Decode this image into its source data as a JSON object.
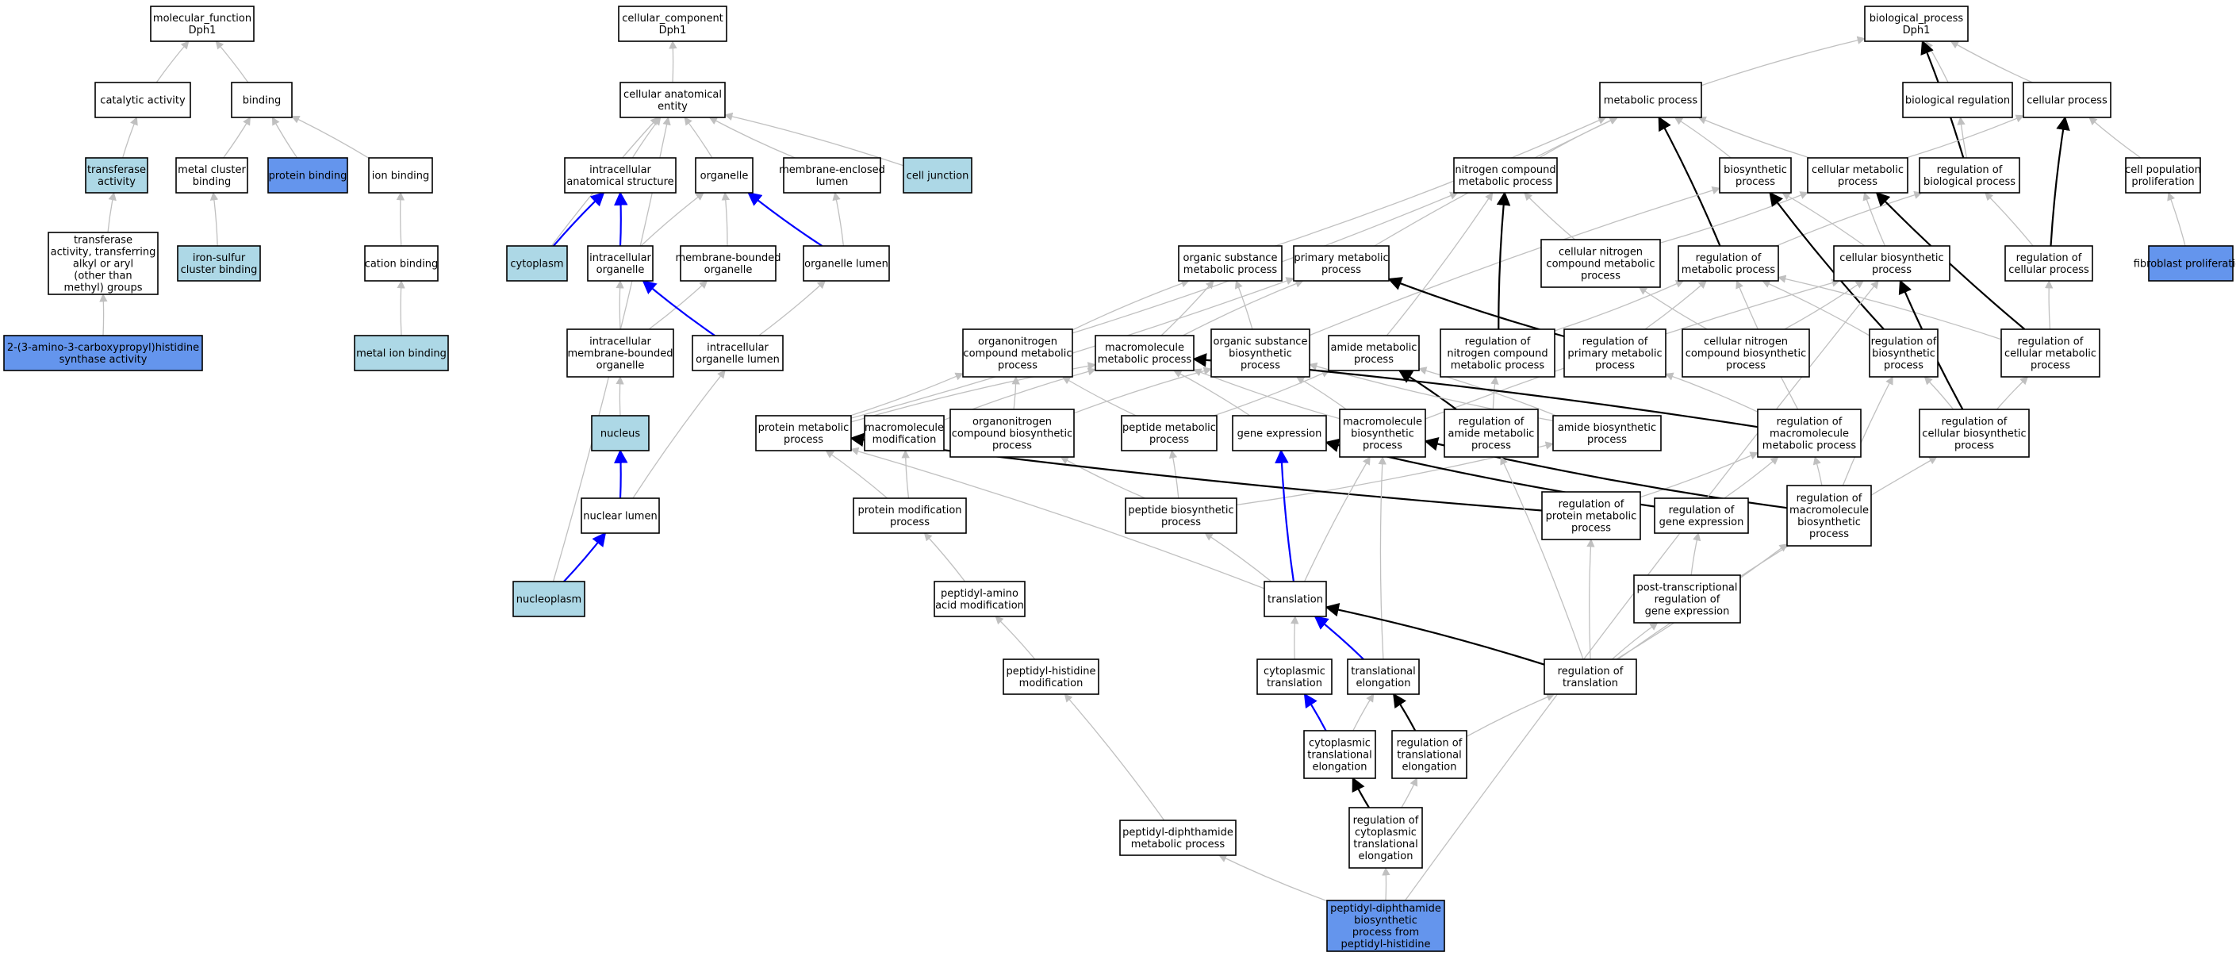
{
  "colors": {
    "default": "#ffffff",
    "light": "#add8e6",
    "dark": "#6495ed",
    "edge_gray": "#c0c0c0",
    "edge_black": "#000000",
    "edge_blue": "#0000ff"
  },
  "nodes": [
    {
      "id": "mf",
      "lines": [
        "molecular_function",
        "Dph1"
      ],
      "fill": "default"
    },
    {
      "id": "cat",
      "lines": [
        "catalytic activity"
      ],
      "fill": "default"
    },
    {
      "id": "bind",
      "lines": [
        "binding"
      ],
      "fill": "default"
    },
    {
      "id": "trans",
      "lines": [
        "transferase",
        "activity"
      ],
      "fill": "light"
    },
    {
      "id": "mcb",
      "lines": [
        "metal cluster",
        "binding"
      ],
      "fill": "default"
    },
    {
      "id": "pb",
      "lines": [
        "protein binding"
      ],
      "fill": "dark"
    },
    {
      "id": "ionb",
      "lines": [
        "ion binding"
      ],
      "fill": "default"
    },
    {
      "id": "transalk",
      "lines": [
        "transferase",
        "activity, transferring",
        "alkyl or aryl",
        "(other than",
        "methyl) groups"
      ],
      "fill": "default"
    },
    {
      "id": "isb",
      "lines": [
        "iron-sulfur",
        "cluster binding"
      ],
      "fill": "light"
    },
    {
      "id": "catb",
      "lines": [
        "cation binding"
      ],
      "fill": "default"
    },
    {
      "id": "dph2",
      "lines": [
        "2-(3-amino-3-carboxypropyl)histidine",
        "synthase activity"
      ],
      "fill": "dark"
    },
    {
      "id": "mib",
      "lines": [
        "metal ion binding"
      ],
      "fill": "light"
    },
    {
      "id": "cc",
      "lines": [
        "cellular_component",
        "Dph1"
      ],
      "fill": "default"
    },
    {
      "id": "cae",
      "lines": [
        "cellular anatomical",
        "entity"
      ],
      "fill": "default"
    },
    {
      "id": "ias",
      "lines": [
        "intracellular",
        "anatomical structure"
      ],
      "fill": "default"
    },
    {
      "id": "org",
      "lines": [
        "organelle"
      ],
      "fill": "default"
    },
    {
      "id": "mel",
      "lines": [
        "membrane-enclosed",
        "lumen"
      ],
      "fill": "default"
    },
    {
      "id": "cj",
      "lines": [
        "cell junction"
      ],
      "fill": "light"
    },
    {
      "id": "cyto",
      "lines": [
        "cytoplasm"
      ],
      "fill": "light"
    },
    {
      "id": "io",
      "lines": [
        "intracellular",
        "organelle"
      ],
      "fill": "default"
    },
    {
      "id": "mbo",
      "lines": [
        "membrane-bounded",
        "organelle"
      ],
      "fill": "default"
    },
    {
      "id": "ol",
      "lines": [
        "organelle lumen"
      ],
      "fill": "default"
    },
    {
      "id": "imbo",
      "lines": [
        "intracellular",
        "membrane-bounded",
        "organelle"
      ],
      "fill": "default"
    },
    {
      "id": "iol",
      "lines": [
        "intracellular",
        "organelle lumen"
      ],
      "fill": "default"
    },
    {
      "id": "nuc",
      "lines": [
        "nucleus"
      ],
      "fill": "light"
    },
    {
      "id": "nl",
      "lines": [
        "nuclear lumen"
      ],
      "fill": "default"
    },
    {
      "id": "np",
      "lines": [
        "nucleoplasm"
      ],
      "fill": "light"
    },
    {
      "id": "bp",
      "lines": [
        "biological_process",
        "Dph1"
      ],
      "fill": "default"
    },
    {
      "id": "mp",
      "lines": [
        "metabolic process"
      ],
      "fill": "default"
    },
    {
      "id": "br",
      "lines": [
        "biological regulation"
      ],
      "fill": "default"
    },
    {
      "id": "cp",
      "lines": [
        "cellular process"
      ],
      "fill": "default"
    },
    {
      "id": "ncmp",
      "lines": [
        "nitrogen compound",
        "metabolic process"
      ],
      "fill": "default"
    },
    {
      "id": "biosyn",
      "lines": [
        "biosynthetic",
        "process"
      ],
      "fill": "default"
    },
    {
      "id": "cmp",
      "lines": [
        "cellular metabolic",
        "process"
      ],
      "fill": "default"
    },
    {
      "id": "rbp",
      "lines": [
        "regulation of",
        "biological process"
      ],
      "fill": "default"
    },
    {
      "id": "cpp",
      "lines": [
        "cell population",
        "proliferation"
      ],
      "fill": "default"
    },
    {
      "id": "osmp",
      "lines": [
        "organic substance",
        "metabolic process"
      ],
      "fill": "default"
    },
    {
      "id": "pmp",
      "lines": [
        "primary metabolic",
        "process"
      ],
      "fill": "default"
    },
    {
      "id": "cncmp",
      "lines": [
        "cellular nitrogen",
        "compound metabolic",
        "process"
      ],
      "fill": "default"
    },
    {
      "id": "rmp",
      "lines": [
        "regulation of",
        "metabolic process"
      ],
      "fill": "default"
    },
    {
      "id": "cbp",
      "lines": [
        "cellular biosynthetic",
        "process"
      ],
      "fill": "default"
    },
    {
      "id": "rcp",
      "lines": [
        "regulation of",
        "cellular process"
      ],
      "fill": "default"
    },
    {
      "id": "fp",
      "lines": [
        "fibroblast proliferation"
      ],
      "fill": "dark"
    },
    {
      "id": "oncmp",
      "lines": [
        "organonitrogen",
        "compound metabolic",
        "process"
      ],
      "fill": "default"
    },
    {
      "id": "macmp",
      "lines": [
        "macromolecule",
        "metabolic process"
      ],
      "fill": "default"
    },
    {
      "id": "osbp",
      "lines": [
        "organic substance",
        "biosynthetic",
        "process"
      ],
      "fill": "default"
    },
    {
      "id": "amp",
      "lines": [
        "amide metabolic",
        "process"
      ],
      "fill": "default"
    },
    {
      "id": "rncmp",
      "lines": [
        "regulation of",
        "nitrogen compound",
        "metabolic process"
      ],
      "fill": "default"
    },
    {
      "id": "rpmp",
      "lines": [
        "regulation of",
        "primary metabolic",
        "process"
      ],
      "fill": "default"
    },
    {
      "id": "cncbp",
      "lines": [
        "cellular nitrogen",
        "compound biosynthetic",
        "process"
      ],
      "fill": "default"
    },
    {
      "id": "rbsp",
      "lines": [
        "regulation of",
        "biosynthetic",
        "process"
      ],
      "fill": "default"
    },
    {
      "id": "rcmp",
      "lines": [
        "regulation of",
        "cellular metabolic",
        "process"
      ],
      "fill": "default"
    },
    {
      "id": "protmp",
      "lines": [
        "protein metabolic",
        "process"
      ],
      "fill": "default"
    },
    {
      "id": "macmod",
      "lines": [
        "macromolecule",
        "modification"
      ],
      "fill": "default"
    },
    {
      "id": "oncbp",
      "lines": [
        "organonitrogen",
        "compound biosynthetic",
        "process"
      ],
      "fill": "default"
    },
    {
      "id": "pepmp",
      "lines": [
        "peptide metabolic",
        "process"
      ],
      "fill": "default"
    },
    {
      "id": "ge",
      "lines": [
        "gene expression"
      ],
      "fill": "default"
    },
    {
      "id": "macbp",
      "lines": [
        "macromolecule",
        "biosynthetic",
        "process"
      ],
      "fill": "default"
    },
    {
      "id": "ramp",
      "lines": [
        "regulation of",
        "amide metabolic",
        "process"
      ],
      "fill": "default"
    },
    {
      "id": "abp",
      "lines": [
        "amide biosynthetic",
        "process"
      ],
      "fill": "default"
    },
    {
      "id": "rmacmp",
      "lines": [
        "regulation of",
        "macromolecule",
        "metabolic process"
      ],
      "fill": "default"
    },
    {
      "id": "rcbp",
      "lines": [
        "regulation of",
        "cellular biosynthetic",
        "process"
      ],
      "fill": "default"
    },
    {
      "id": "pmodp",
      "lines": [
        "protein modification",
        "process"
      ],
      "fill": "default"
    },
    {
      "id": "pepbp",
      "lines": [
        "peptide biosynthetic",
        "process"
      ],
      "fill": "default"
    },
    {
      "id": "rprotmp",
      "lines": [
        "regulation of",
        "protein metabolic",
        "process"
      ],
      "fill": "default"
    },
    {
      "id": "rge",
      "lines": [
        "regulation of",
        "gene expression"
      ],
      "fill": "default"
    },
    {
      "id": "rmacbp",
      "lines": [
        "regulation of",
        "macromolecule",
        "biosynthetic",
        "process"
      ],
      "fill": "default"
    },
    {
      "id": "pam",
      "lines": [
        "peptidyl-amino",
        "acid modification"
      ],
      "fill": "default"
    },
    {
      "id": "transl",
      "lines": [
        "translation"
      ],
      "fill": "default"
    },
    {
      "id": "ptrge",
      "lines": [
        "post-transcriptional",
        "regulation of",
        "gene expression"
      ],
      "fill": "default"
    },
    {
      "id": "phm",
      "lines": [
        "peptidyl-histidine",
        "modification"
      ],
      "fill": "default"
    },
    {
      "id": "ctl",
      "lines": [
        "cytoplasmic",
        "translation"
      ],
      "fill": "default"
    },
    {
      "id": "tel",
      "lines": [
        "translational",
        "elongation"
      ],
      "fill": "default"
    },
    {
      "id": "rtransl",
      "lines": [
        "regulation of",
        "translation"
      ],
      "fill": "default"
    },
    {
      "id": "ctel",
      "lines": [
        "cytoplasmic",
        "translational",
        "elongation"
      ],
      "fill": "default"
    },
    {
      "id": "rtel",
      "lines": [
        "regulation of",
        "translational",
        "elongation"
      ],
      "fill": "default"
    },
    {
      "id": "pdmp",
      "lines": [
        "peptidyl-diphthamide",
        "metabolic process"
      ],
      "fill": "default"
    },
    {
      "id": "rctel",
      "lines": [
        "regulation of",
        "cytoplasmic",
        "translational",
        "elongation"
      ],
      "fill": "default"
    },
    {
      "id": "pdbp",
      "lines": [
        "peptidyl-diphthamide",
        "biosynthetic",
        "process from",
        "peptidyl-histidine"
      ],
      "fill": "dark"
    }
  ],
  "edges": [
    [
      "cat",
      "mf",
      "g"
    ],
    [
      "bind",
      "mf",
      "g"
    ],
    [
      "trans",
      "cat",
      "g"
    ],
    [
      "mcb",
      "bind",
      "g"
    ],
    [
      "pb",
      "bind",
      "g"
    ],
    [
      "ionb",
      "bind",
      "g"
    ],
    [
      "transalk",
      "trans",
      "g"
    ],
    [
      "isb",
      "mcb",
      "g"
    ],
    [
      "catb",
      "ionb",
      "g"
    ],
    [
      "dph2",
      "transalk",
      "g"
    ],
    [
      "mib",
      "catb",
      "g"
    ],
    [
      "cae",
      "cc",
      "g"
    ],
    [
      "ias",
      "cae",
      "g"
    ],
    [
      "org",
      "cae",
      "g"
    ],
    [
      "mel",
      "cae",
      "g"
    ],
    [
      "cj",
      "cae",
      "g"
    ],
    [
      "cyto",
      "cae",
      "g"
    ],
    [
      "np",
      "cae",
      "g"
    ],
    [
      "cyto",
      "ias",
      "u"
    ],
    [
      "io",
      "ias",
      "u"
    ],
    [
      "io",
      "org",
      "g"
    ],
    [
      "mbo",
      "org",
      "g"
    ],
    [
      "ol",
      "org",
      "u"
    ],
    [
      "ol",
      "mel",
      "g"
    ],
    [
      "imbo",
      "io",
      "g"
    ],
    [
      "imbo",
      "mbo",
      "g"
    ],
    [
      "iol",
      "io",
      "u"
    ],
    [
      "iol",
      "ol",
      "g"
    ],
    [
      "nuc",
      "imbo",
      "g"
    ],
    [
      "nl",
      "nuc",
      "u"
    ],
    [
      "nl",
      "iol",
      "g"
    ],
    [
      "np",
      "nl",
      "u"
    ],
    [
      "mp",
      "bp",
      "g"
    ],
    [
      "br",
      "bp",
      "g"
    ],
    [
      "cp",
      "bp",
      "g"
    ],
    [
      "rbp",
      "bp",
      "b"
    ],
    [
      "cpp",
      "cp",
      "g"
    ],
    [
      "fp",
      "cpp",
      "g"
    ],
    [
      "ncmp",
      "mp",
      "g"
    ],
    [
      "biosyn",
      "mp",
      "g"
    ],
    [
      "cmp",
      "mp",
      "g"
    ],
    [
      "cmp",
      "cp",
      "g"
    ],
    [
      "rbp",
      "br",
      "g"
    ],
    [
      "osmp",
      "mp",
      "g"
    ],
    [
      "pmp",
      "mp",
      "g"
    ],
    [
      "rmp",
      "mp",
      "b"
    ],
    [
      "cncmp",
      "ncmp",
      "g"
    ],
    [
      "cncmp",
      "cmp",
      "g"
    ],
    [
      "rmp",
      "rbp",
      "g"
    ],
    [
      "cbp",
      "biosyn",
      "g"
    ],
    [
      "cbp",
      "cmp",
      "g"
    ],
    [
      "rcp",
      "rbp",
      "g"
    ],
    [
      "rcp",
      "cp",
      "b"
    ],
    [
      "oncmp",
      "ncmp",
      "g"
    ],
    [
      "oncmp",
      "osmp",
      "g"
    ],
    [
      "macmp",
      "osmp",
      "g"
    ],
    [
      "macmp",
      "pmp",
      "g"
    ],
    [
      "osbp",
      "osmp",
      "g"
    ],
    [
      "osbp",
      "biosyn",
      "g"
    ],
    [
      "amp",
      "ncmp",
      "g"
    ],
    [
      "rncmp",
      "ncmp",
      "b"
    ],
    [
      "rncmp",
      "rmp",
      "g"
    ],
    [
      "rpmp",
      "pmp",
      "b"
    ],
    [
      "rpmp",
      "rmp",
      "g"
    ],
    [
      "cncbp",
      "cncmp",
      "g"
    ],
    [
      "cncbp",
      "cbp",
      "g"
    ],
    [
      "rbsp",
      "biosyn",
      "b"
    ],
    [
      "rbsp",
      "rmp",
      "g"
    ],
    [
      "rcmp",
      "cmp",
      "b"
    ],
    [
      "rcmp",
      "rmp",
      "g"
    ],
    [
      "rcmp",
      "rcp",
      "g"
    ],
    [
      "protmp",
      "oncmp",
      "g"
    ],
    [
      "protmp",
      "macmp",
      "g"
    ],
    [
      "protmp",
      "pmp",
      "g"
    ],
    [
      "macmod",
      "macmp",
      "g"
    ],
    [
      "oncbp",
      "oncmp",
      "g"
    ],
    [
      "oncbp",
      "osbp",
      "g"
    ],
    [
      "pepmp",
      "amp",
      "g"
    ],
    [
      "pepmp",
      "oncmp",
      "g"
    ],
    [
      "ge",
      "macmp",
      "g"
    ],
    [
      "macbp",
      "macmp",
      "g"
    ],
    [
      "macbp",
      "osbp",
      "g"
    ],
    [
      "macbp",
      "cbp",
      "g"
    ],
    [
      "ramp",
      "amp",
      "b"
    ],
    [
      "ramp",
      "rncmp",
      "g"
    ],
    [
      "abp",
      "amp",
      "g"
    ],
    [
      "abp",
      "osbp",
      "g"
    ],
    [
      "rmacmp",
      "macmp",
      "b"
    ],
    [
      "rmacmp",
      "rmp",
      "g"
    ],
    [
      "rmacmp",
      "rpmp",
      "g"
    ],
    [
      "rcbp",
      "cbp",
      "b"
    ],
    [
      "rcbp",
      "rbsp",
      "g"
    ],
    [
      "rcbp",
      "rcmp",
      "g"
    ],
    [
      "pmodp",
      "protmp",
      "g"
    ],
    [
      "pmodp",
      "macmod",
      "g"
    ],
    [
      "pepbp",
      "pepmp",
      "g"
    ],
    [
      "pepbp",
      "oncbp",
      "g"
    ],
    [
      "pepbp",
      "abp",
      "g"
    ],
    [
      "rprotmp",
      "protmp",
      "b"
    ],
    [
      "rprotmp",
      "rmacmp",
      "g"
    ],
    [
      "rge",
      "ge",
      "b"
    ],
    [
      "rge",
      "rmacmp",
      "g"
    ],
    [
      "rmacbp",
      "macbp",
      "b"
    ],
    [
      "rmacbp",
      "rmacmp",
      "g"
    ],
    [
      "rmacbp",
      "rbsp",
      "g"
    ],
    [
      "pam",
      "pmodp",
      "g"
    ],
    [
      "transl",
      "ge",
      "u"
    ],
    [
      "transl",
      "pepbp",
      "g"
    ],
    [
      "transl",
      "macbp",
      "g"
    ],
    [
      "transl",
      "protmp",
      "g"
    ],
    [
      "ptrge",
      "rge",
      "g"
    ],
    [
      "phm",
      "pam",
      "g"
    ],
    [
      "ctl",
      "transl",
      "g"
    ],
    [
      "tel",
      "transl",
      "u"
    ],
    [
      "tel",
      "macbp",
      "g"
    ],
    [
      "rtransl",
      "transl",
      "b"
    ],
    [
      "rtransl",
      "ptrge",
      "g"
    ],
    [
      "rtransl",
      "ramp",
      "g"
    ],
    [
      "rtransl",
      "rprotmp",
      "g"
    ],
    [
      "rtransl",
      "rmacbp",
      "g"
    ],
    [
      "rtransl",
      "rcbp",
      "g"
    ],
    [
      "ctel",
      "ctl",
      "u"
    ],
    [
      "ctel",
      "tel",
      "g"
    ],
    [
      "rtel",
      "tel",
      "b"
    ],
    [
      "rtel",
      "rtransl",
      "g"
    ],
    [
      "pdmp",
      "phm",
      "g"
    ],
    [
      "rctel",
      "ctel",
      "b"
    ],
    [
      "rctel",
      "rtel",
      "g"
    ],
    [
      "pdbp",
      "pdmp",
      "g"
    ],
    [
      "pdbp",
      "rctel",
      "g"
    ],
    [
      "pdbp",
      "cbp",
      "g"
    ]
  ]
}
